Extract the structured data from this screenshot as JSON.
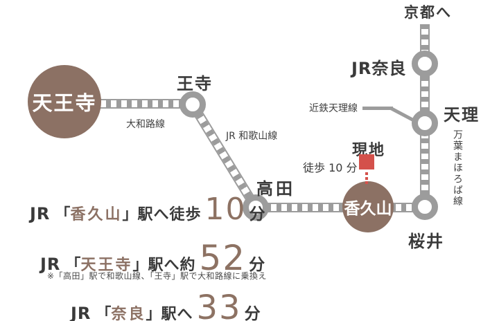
{
  "colors": {
    "brown_circle": "#8c7164",
    "number_brown": "#8d7263",
    "rail_gray": "#9c9c9c",
    "site_red": "#d4514b",
    "text_dark": "#3a3a3a"
  },
  "map": {
    "to_kyoto": "京都へ",
    "site_label": "現地",
    "site_walk": "徒歩 10 分",
    "stations": {
      "tennoji": "天王寺",
      "oji": "王寺",
      "takada": "高田",
      "kaguyama": "香久山",
      "sakurai": "桜井",
      "tenri": "天理",
      "jr_nara": "JR奈良"
    },
    "lines": {
      "yamatoji": "大和路線",
      "wakayama": "JR 和歌山線",
      "kintetsu_tenri": "近鉄天理線",
      "manyo_mahoroba": "万葉まほろば線"
    }
  },
  "access": {
    "items": [
      {
        "jr": "JR",
        "open": "「",
        "station": "香久山",
        "close": "」",
        "mid": "駅へ徒歩",
        "num": "10",
        "unit": "分"
      },
      {
        "jr": "JR",
        "open": "「",
        "station": "天王寺",
        "close": "」",
        "mid": "駅へ約",
        "num": "52",
        "unit": "分"
      },
      {
        "jr": "JR",
        "open": "「",
        "station": "奈良",
        "close": "」",
        "mid": "駅へ",
        "num": "33",
        "unit": "分"
      }
    ],
    "note": "※「高田」駅で和歌山線、「王寺」駅で大和路線に乗換え"
  }
}
